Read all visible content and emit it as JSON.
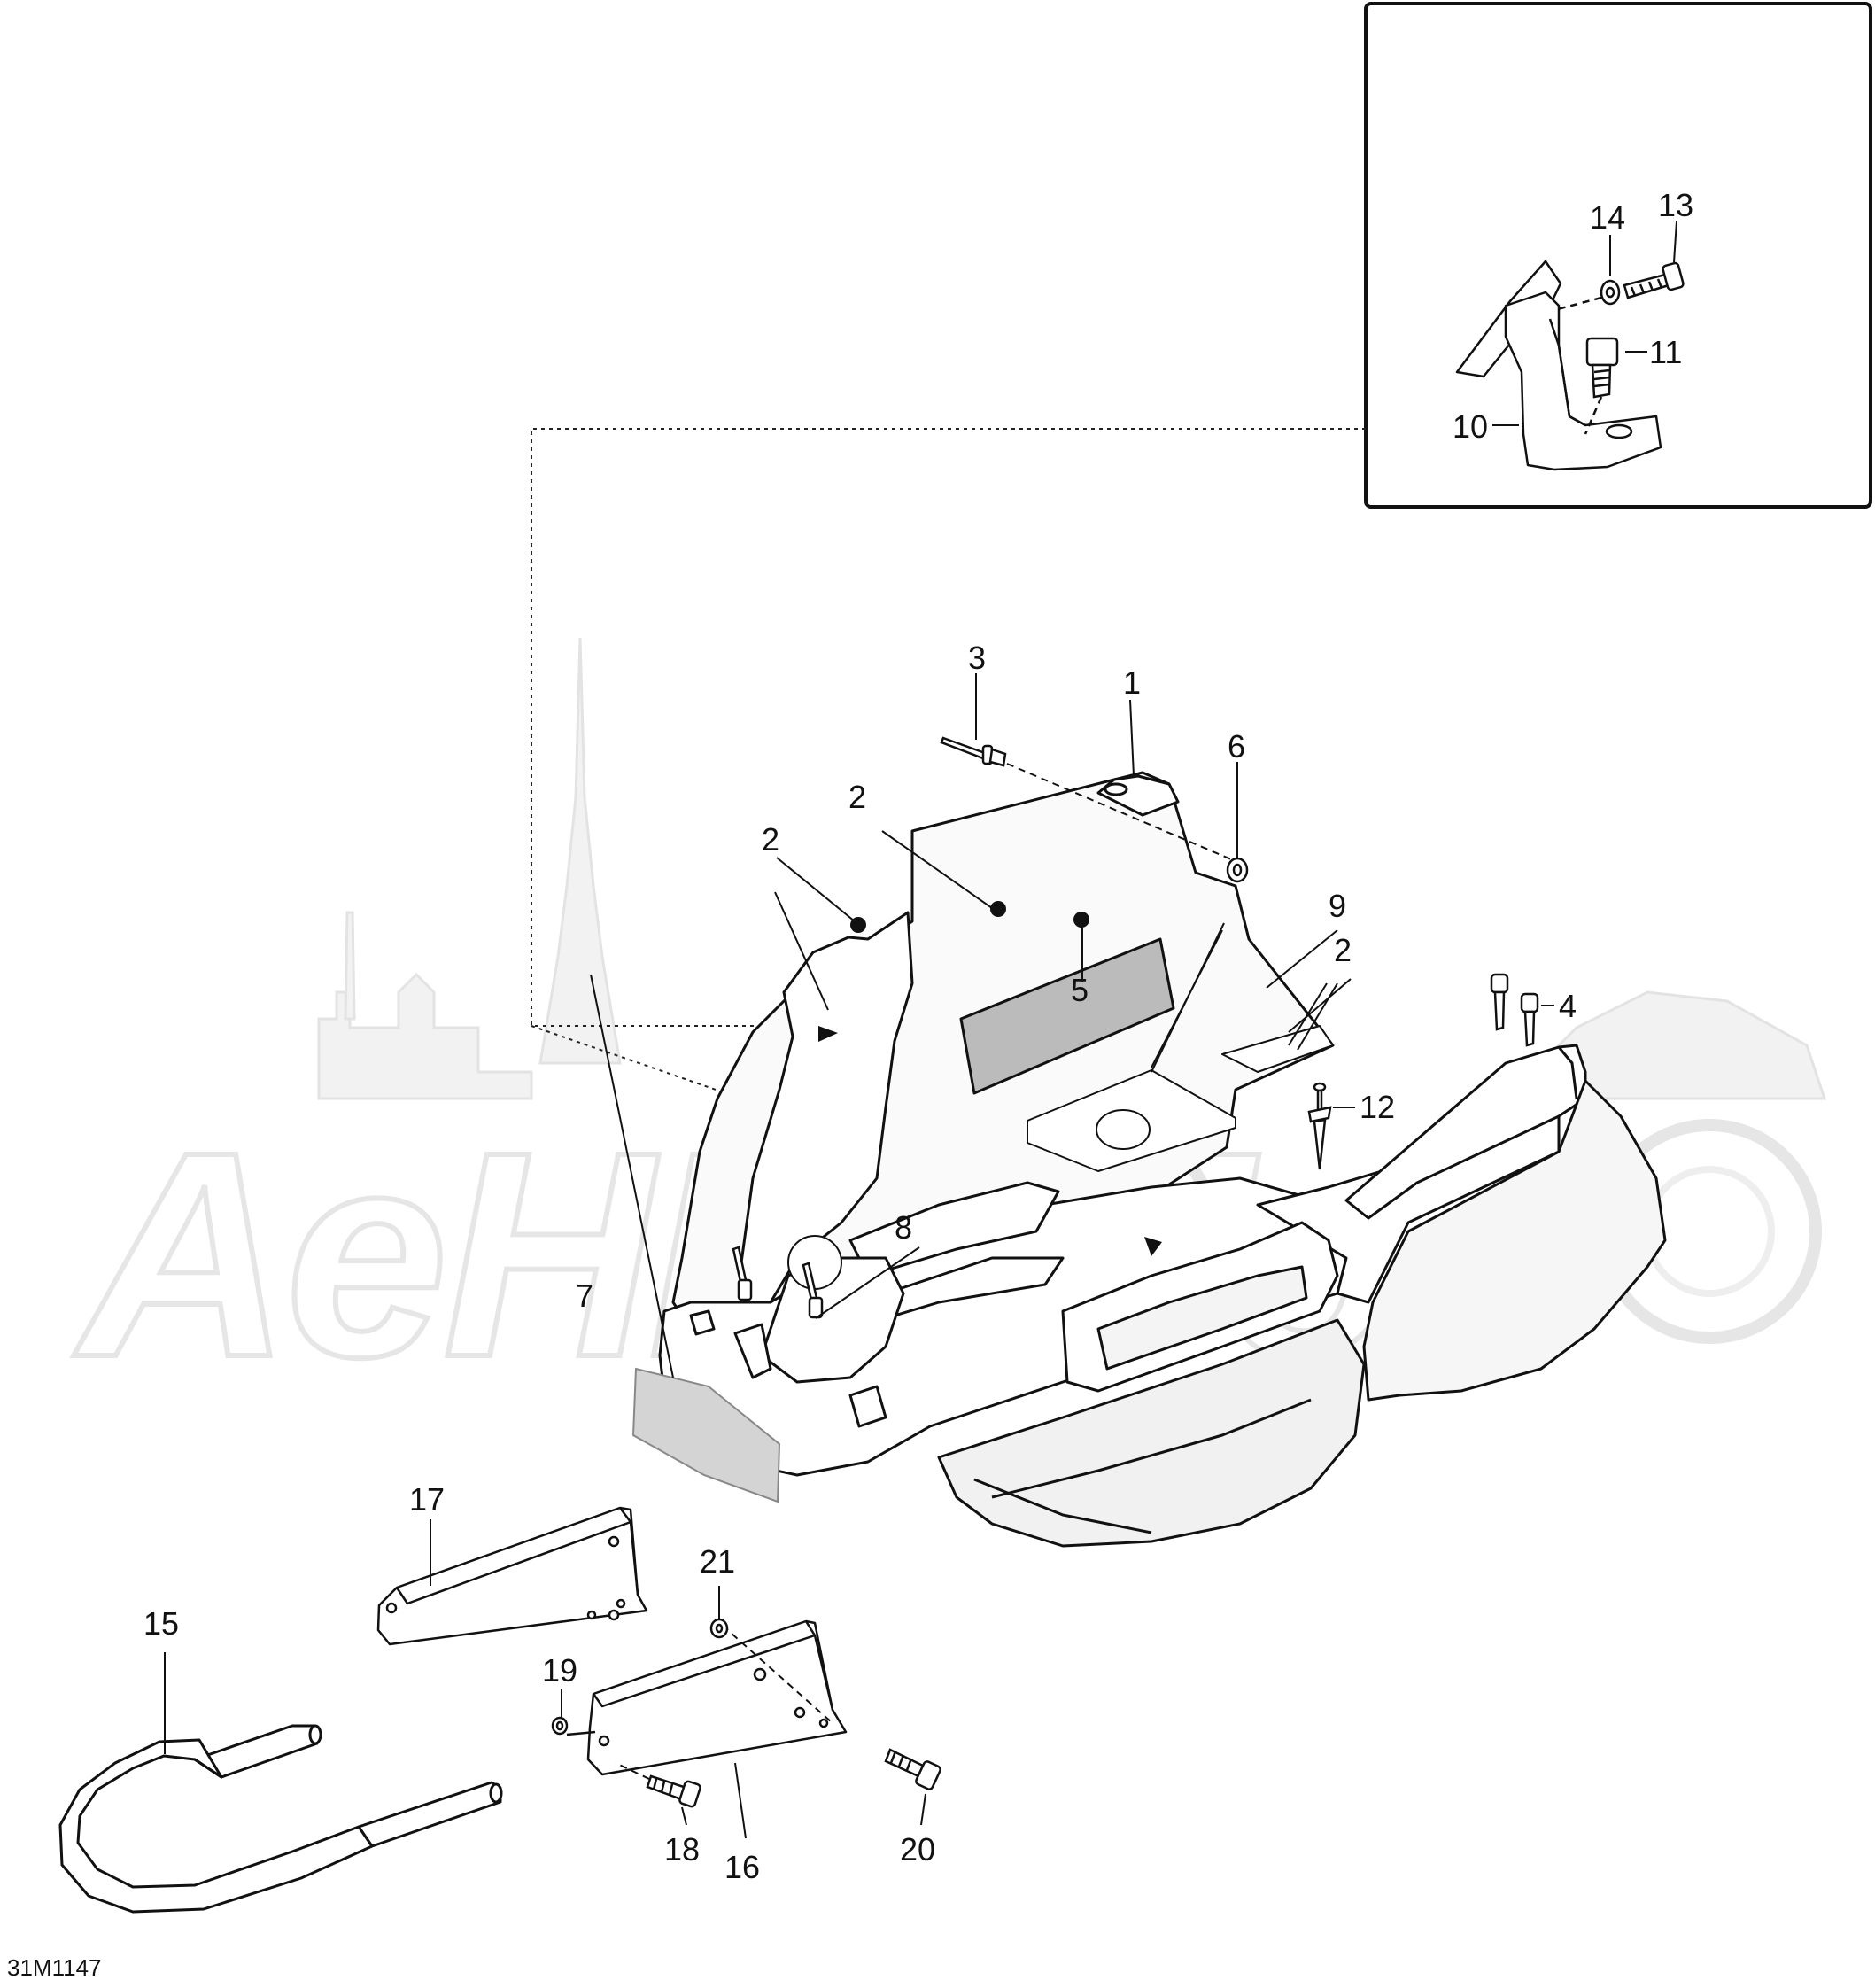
{
  "diagram": {
    "drawing_code": "31M1147",
    "watermark_text": "AeHMoTo",
    "callouts": {
      "c1": "1",
      "c2a": "2",
      "c2b": "2",
      "c2c": "2",
      "c3": "3",
      "c4": "4",
      "c5": "5",
      "c6": "6",
      "c7": "7",
      "c8": "8",
      "c9": "9",
      "c10": "10",
      "c11": "11",
      "c12": "12",
      "c13": "13",
      "c14": "14",
      "c15": "15",
      "c16": "16",
      "c17": "17",
      "c18": "18",
      "c19": "19",
      "c20": "20",
      "c21": "21"
    }
  }
}
